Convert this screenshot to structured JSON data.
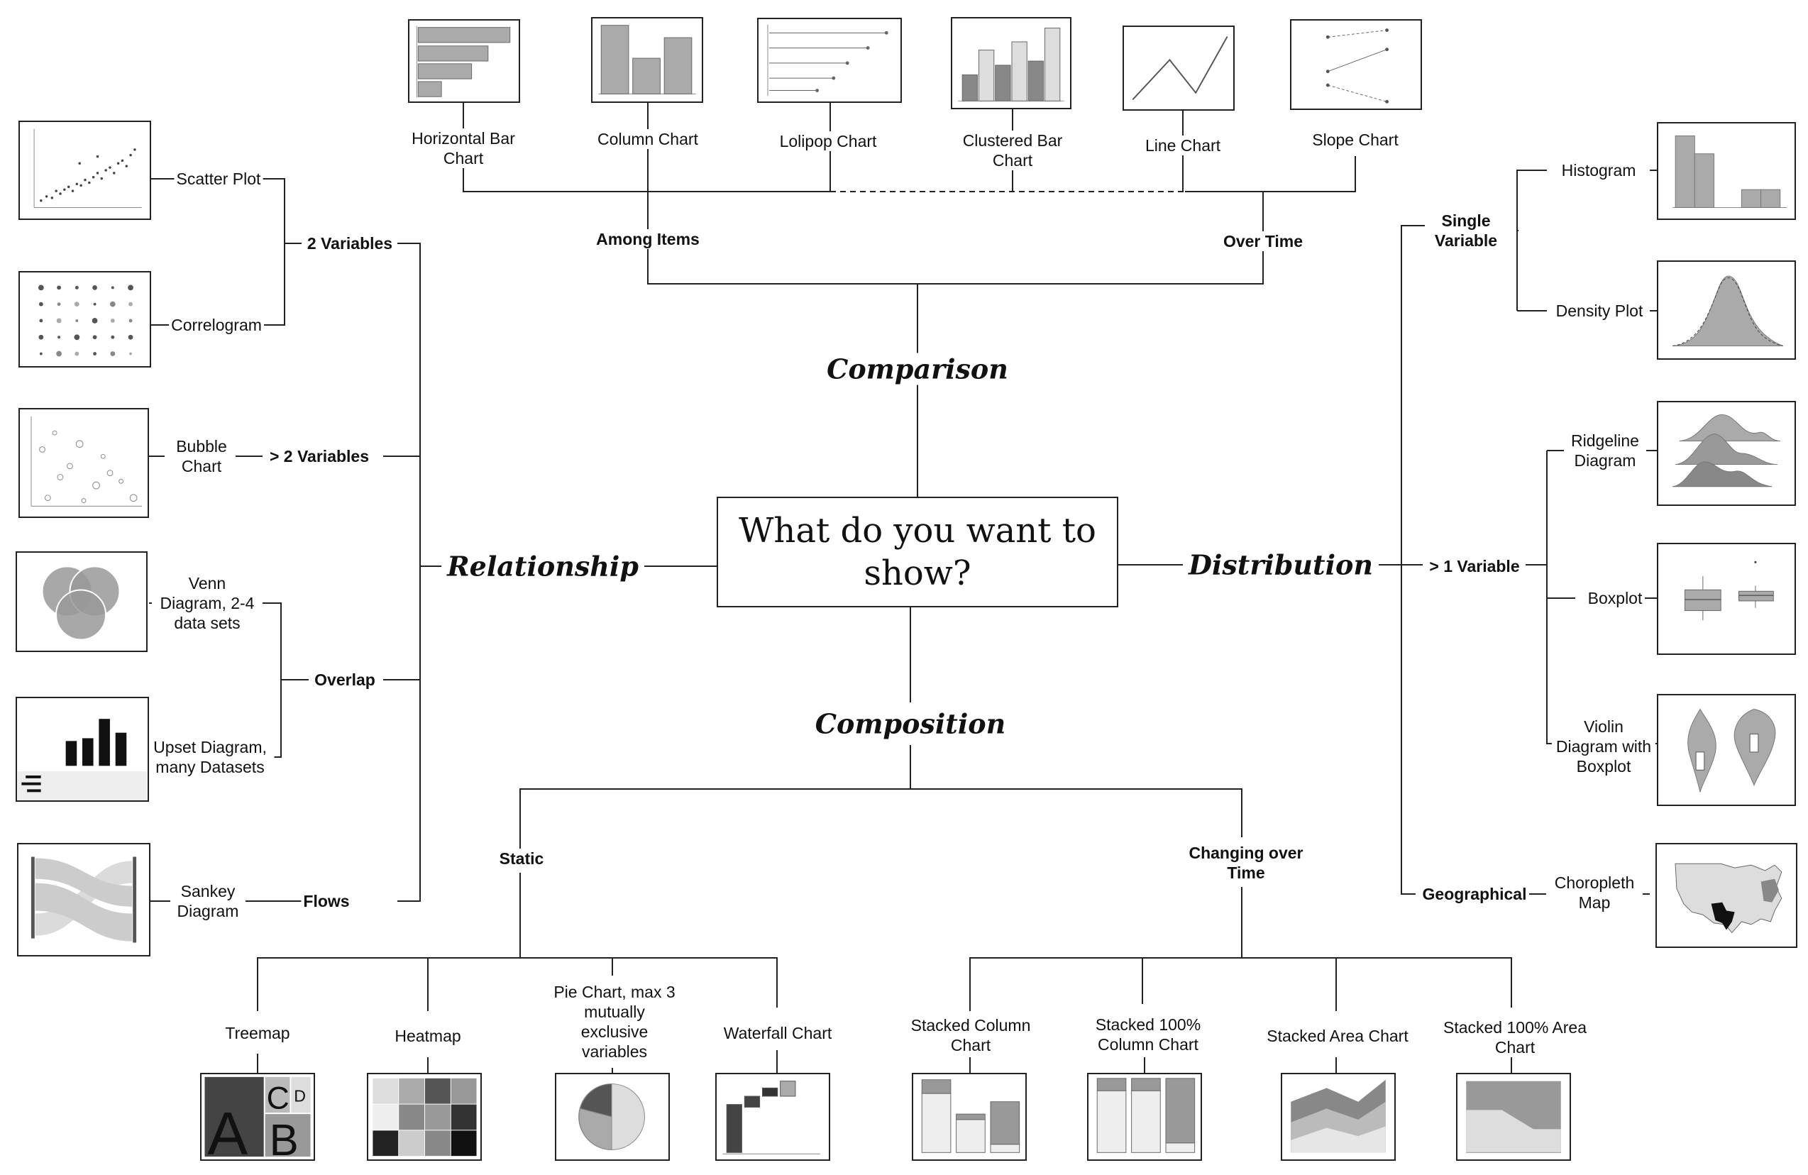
{
  "center": {
    "title": "What do you want to show?"
  },
  "categories": {
    "comparison": "Comparison",
    "relationship": "Relationship",
    "distribution": "Distribution",
    "composition": "Composition"
  },
  "comparison": {
    "among_items": "Among Items",
    "over_time": "Over Time",
    "charts": {
      "horizontal_bar": "Horizontal Bar Chart",
      "column": "Column Chart",
      "lolipop": "Lolipop Chart",
      "clustered_bar": "Clustered Bar Chart",
      "line": "Line Chart",
      "slope": "Slope Chart"
    }
  },
  "relationship": {
    "two_variables": "2 Variables",
    "more_variables": "> 2 Variables",
    "overlap": "Overlap",
    "flows": "Flows",
    "charts": {
      "scatter": "Scatter Plot",
      "correlogram": "Correlogram",
      "bubble": "Bubble Chart",
      "venn": "Venn Diagram, 2-4 data sets",
      "upset": "Upset Diagram, many Datasets",
      "sankey": "Sankey Diagram"
    }
  },
  "distribution": {
    "single_variable": "Single Variable",
    "multi_variable": "> 1 Variable",
    "geographical": "Geographical",
    "charts": {
      "histogram": "Histogram",
      "density": "Density Plot",
      "ridgeline": "Ridgeline Diagram",
      "boxplot": "Boxplot",
      "violin": "Violin Diagram with Boxplot",
      "choropleth": "Choropleth Map"
    }
  },
  "composition": {
    "static": "Static",
    "changing": "Changing over Time",
    "charts": {
      "treemap": "Treemap",
      "heatmap": "Heatmap",
      "pie": "Pie Chart, max 3 mutually exclusive variables",
      "waterfall": "Waterfall Chart",
      "stacked_column": "Stacked Column Chart",
      "stacked_100_column": "Stacked 100% Column Chart",
      "stacked_area": "Stacked Area Chart",
      "stacked_100_area": "Stacked 100% Area Chart"
    }
  },
  "treemap_letters": [
    "A",
    "B",
    "C",
    "D"
  ],
  "colors": {
    "line": "#222222",
    "fill_dark": "#444444",
    "fill_mid": "#999999",
    "fill_light": "#cccccc"
  }
}
